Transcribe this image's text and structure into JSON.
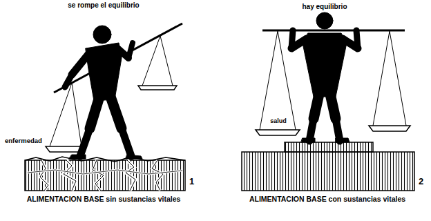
{
  "diagram": {
    "labels": [
      "se rompe el equilibrio",
      "enfermedad",
      "1",
      "ALIMENTACION BASE sin sustancias vitales",
      "hay equilibrio",
      "salud",
      "2",
      "ALIMENTACION BASE con sustancias vitales"
    ]
  }
}
